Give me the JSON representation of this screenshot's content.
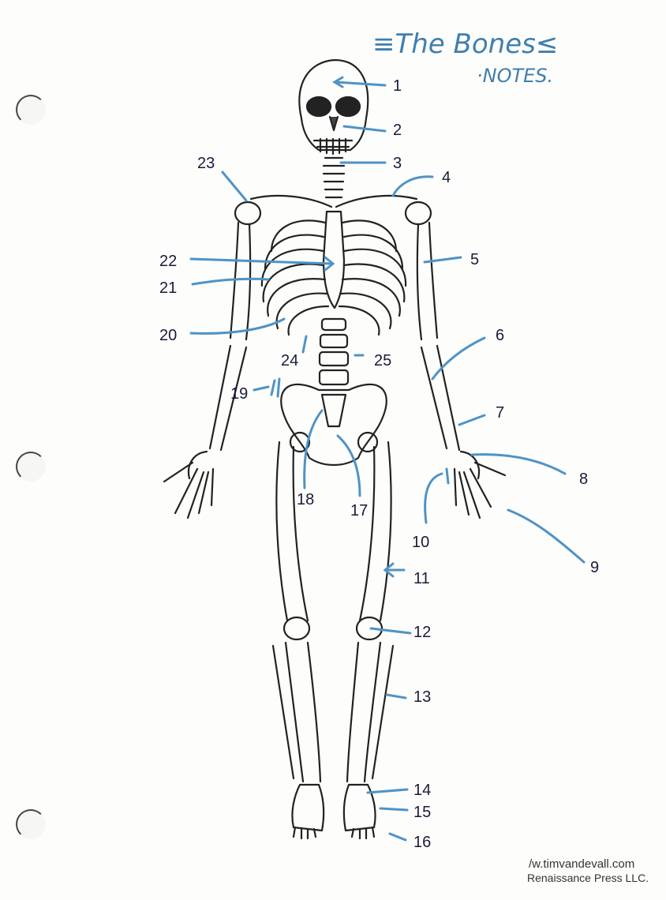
{
  "heading": {
    "title": "≡The Bones≤",
    "subtitle": "·NOTES."
  },
  "credit": {
    "line1": "/w.timvandevall.com",
    "line2": "Renaissance Press LLC."
  },
  "labels": [
    "1",
    "2",
    "3",
    "4",
    "5",
    "6",
    "7",
    "8",
    "9",
    "10",
    "11",
    "12",
    "13",
    "14",
    "15",
    "16",
    "17",
    "18",
    "19",
    "20",
    "21",
    "22",
    "23",
    "24",
    "25"
  ],
  "colors": {
    "annotation": "#4f93c6",
    "ink": "#1b1b3a",
    "bone_outline": "#222222"
  }
}
